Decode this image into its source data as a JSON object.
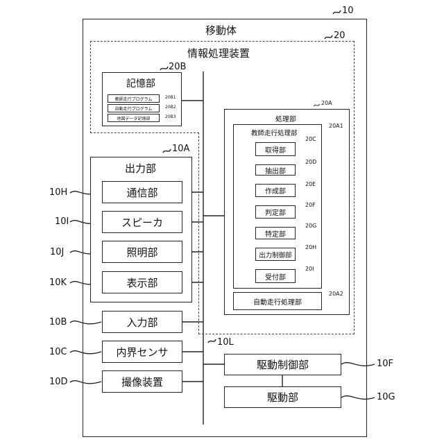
{
  "mobile_body": {
    "title": "移動体",
    "ref": "10"
  },
  "info_device": {
    "title": "情報処理装置",
    "ref": "20"
  },
  "storage": {
    "title": "記憶部",
    "ref": "20B",
    "items": [
      {
        "label": "教師走行プログラム",
        "ref": "20B1"
      },
      {
        "label": "自動走行プログラム",
        "ref": "20B2"
      },
      {
        "label": "地図データ記憶部",
        "ref": "20B3"
      }
    ]
  },
  "processing": {
    "title": "処理部",
    "ref": "20A",
    "teacher": {
      "title": "教師走行処理部",
      "ref": "20A1",
      "steps": [
        {
          "label": "取得部",
          "ref": "20C"
        },
        {
          "label": "抽出部",
          "ref": "20D"
        },
        {
          "label": "作成部",
          "ref": "20E"
        },
        {
          "label": "判定部",
          "ref": "20F"
        },
        {
          "label": "特定部",
          "ref": "20G"
        },
        {
          "label": "出力制御部",
          "ref": "20H"
        },
        {
          "label": "受付部",
          "ref": "20I"
        }
      ]
    },
    "auto": {
      "label": "自動走行処理部",
      "ref": "20A2"
    }
  },
  "output": {
    "title": "出力部",
    "ref": "10A",
    "items": [
      {
        "label": "通信部",
        "ref": "10H"
      },
      {
        "label": "スピーカ",
        "ref": "10I"
      },
      {
        "label": "照明部",
        "ref": "10J"
      },
      {
        "label": "表示部",
        "ref": "10K"
      }
    ]
  },
  "input": {
    "label": "入力部",
    "ref": "10B"
  },
  "internal_sensor": {
    "label": "内界センサ",
    "ref": "10C"
  },
  "camera": {
    "label": "撮像装置",
    "ref": "10D"
  },
  "bus": {
    "ref": "10L"
  },
  "drive_control": {
    "label": "駆動制御部",
    "ref": "10F"
  },
  "drive": {
    "label": "駆動部",
    "ref": "10G"
  }
}
